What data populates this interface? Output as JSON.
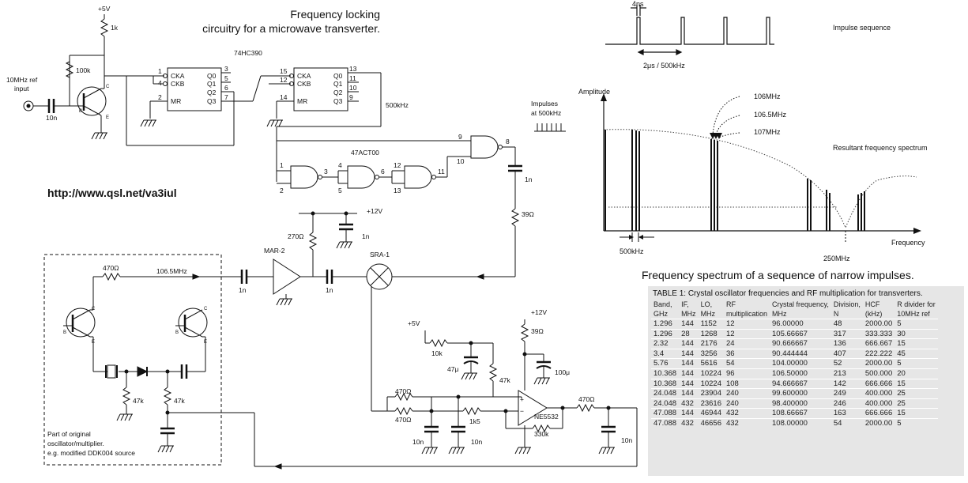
{
  "diagram": {
    "title_line1": "Frequency locking",
    "title_line2": "circuitry for a microwave transverter.",
    "url": "http://www.qsl.net/va3iul",
    "components": {
      "vcc5": "+5V",
      "r1k": "1k",
      "r100k": "100k",
      "input_label1": "10MHz ref",
      "input_label2": "input",
      "c10n": "10n",
      "ic1_name": "74HC390",
      "ic2_name": "47ACT00",
      "pin_cka": "CKA",
      "pin_ckb": "CKB",
      "pin_mr": "MR",
      "pin_q0": "Q0",
      "pin_q1": "Q1",
      "pin_q2": "Q2",
      "pin_q3": "Q3",
      "out500k": "500kHz",
      "impulses1": "Impulses",
      "impulses2": "at 500kHz",
      "c1n": "1n",
      "r39": "39Ω",
      "vcc12": "+12V",
      "r270": "270Ω",
      "mar2": "MAR-2",
      "sra1": "SRA-1",
      "r470": "470Ω",
      "f1065": "106.5MHz",
      "r47k": "47k",
      "c47u": "47μ",
      "r10k": "10k",
      "c100u": "100μ",
      "r1k5": "1k5",
      "r330k": "330k",
      "opamp": "NE5532",
      "plus": "+",
      "minus": "−",
      "orig1": "Part of original",
      "orig2": "oscillator/multiplier.",
      "orig3": "e.g. modified DDK004 source",
      "b": "B",
      "c": "C",
      "e": "E",
      "pins": [
        "1",
        "4",
        "2",
        "3",
        "5",
        "6",
        "7",
        "15",
        "12",
        "14",
        "13",
        "11",
        "10",
        "9",
        "8",
        "3",
        "4",
        "6",
        "12",
        "11",
        "1",
        "2",
        "5",
        "13"
      ]
    }
  },
  "spectrum": {
    "ns_label": "4ns",
    "period_label": "2μs / 500kHz",
    "impulse_seq": "Impulse sequence",
    "amplitude": "Amplitude",
    "frequency": "Frequency",
    "f106": "106MHz",
    "f1065": "106.5MHz",
    "f107": "107MHz",
    "resultant": "Resultant frequency spectrum",
    "spacing": "500kHz",
    "f250": "250MHz",
    "caption": "Frequency spectrum of a sequence of narrow impulses."
  },
  "table": {
    "title": "TABLE 1: Crystal oscillator frequencies and RF multiplication for transverters.",
    "headers": [
      [
        "Band,",
        "GHz"
      ],
      [
        "IF,",
        "MHz"
      ],
      [
        "LO,",
        "MHz"
      ],
      [
        "RF",
        "multiplication"
      ],
      [
        "Crystal frequency,",
        "MHz"
      ],
      [
        "Division,",
        "N"
      ],
      [
        "HCF",
        "(kHz)"
      ],
      [
        "R divider for",
        "10MHz ref"
      ]
    ],
    "rows": [
      [
        "1.296",
        "144",
        "1152",
        "12",
        "96.00000",
        "48",
        "2000.00",
        "5"
      ],
      [
        "1.296",
        "28",
        "1268",
        "12",
        "105.66667",
        "317",
        "333.333",
        "30"
      ],
      [
        "2.32",
        "144",
        "2176",
        "24",
        "90.666667",
        "136",
        "666.667",
        "15"
      ],
      [
        "3.4",
        "144",
        "3256",
        "36",
        "90.444444",
        "407",
        "222.222",
        "45"
      ],
      [
        "5.76",
        "144",
        "5616",
        "54",
        "104.00000",
        "52",
        "2000.00",
        "5"
      ],
      [
        "10.368",
        "144",
        "10224",
        "96",
        "106.50000",
        "213",
        "500.000",
        "20"
      ],
      [
        "10.368",
        "144",
        "10224",
        "108",
        "94.666667",
        "142",
        "666.666",
        "15"
      ],
      [
        "24.048",
        "144",
        "23904",
        "240",
        "99.600000",
        "249",
        "400.000",
        "25"
      ],
      [
        "24.048",
        "432",
        "23616",
        "240",
        "98.400000",
        "246",
        "400.000",
        "25"
      ],
      [
        "47.088",
        "144",
        "46944",
        "432",
        "108.66667",
        "163",
        "666.666",
        "15"
      ],
      [
        "47.088",
        "432",
        "46656",
        "432",
        "108.00000",
        "54",
        "2000.00",
        "5"
      ]
    ]
  }
}
